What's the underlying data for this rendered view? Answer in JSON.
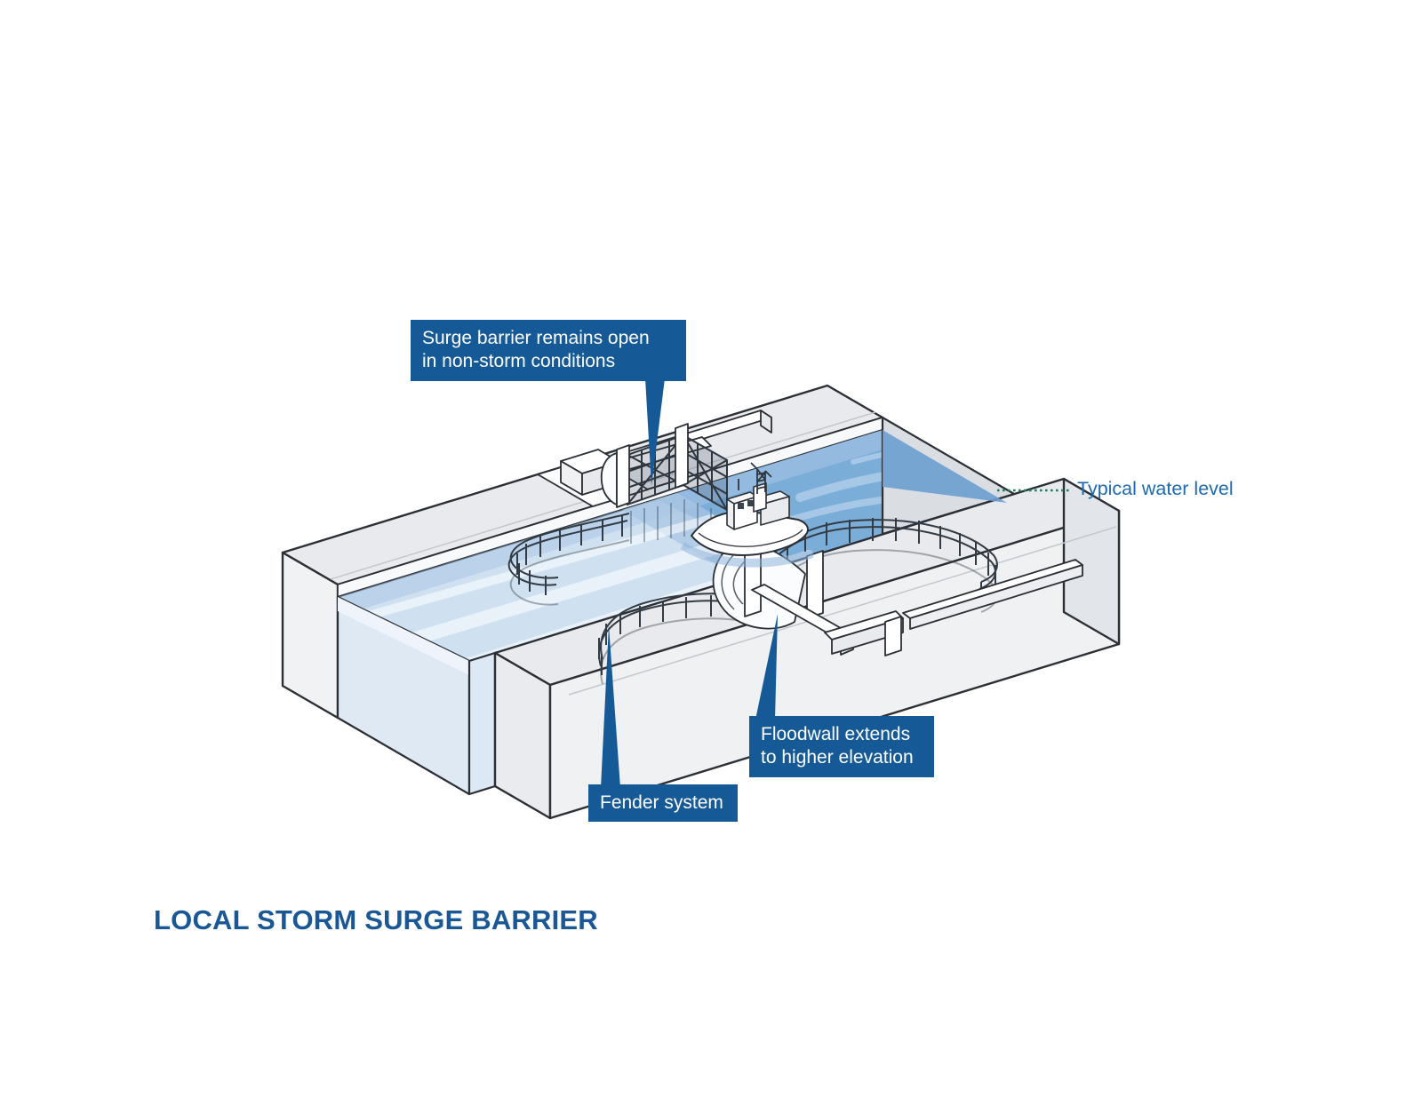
{
  "title": {
    "text": "LOCAL STORM SURGE BARRIER"
  },
  "callouts": {
    "surge_barrier": {
      "line1": "Surge barrier remains open",
      "line2": "in non-storm conditions"
    },
    "floodwall": {
      "line1": "Floodwall extends",
      "line2": "to higher elevation"
    },
    "fender": {
      "label": "Fender system"
    }
  },
  "labels": {
    "water_level": "Typical water level"
  },
  "colors": {
    "callout-bg": "#155a96",
    "callout-text": "#ffffff",
    "title-blue": "#1a5795",
    "label-blue": "#1e6ab0",
    "dotted-teal": "#2a7a66",
    "water-deep": "#7badd9",
    "water-shallow": "#cfe1f1",
    "water-mid": "#a9c6e3",
    "bank-top": "#e8eaee",
    "outline": "#2b3036"
  }
}
